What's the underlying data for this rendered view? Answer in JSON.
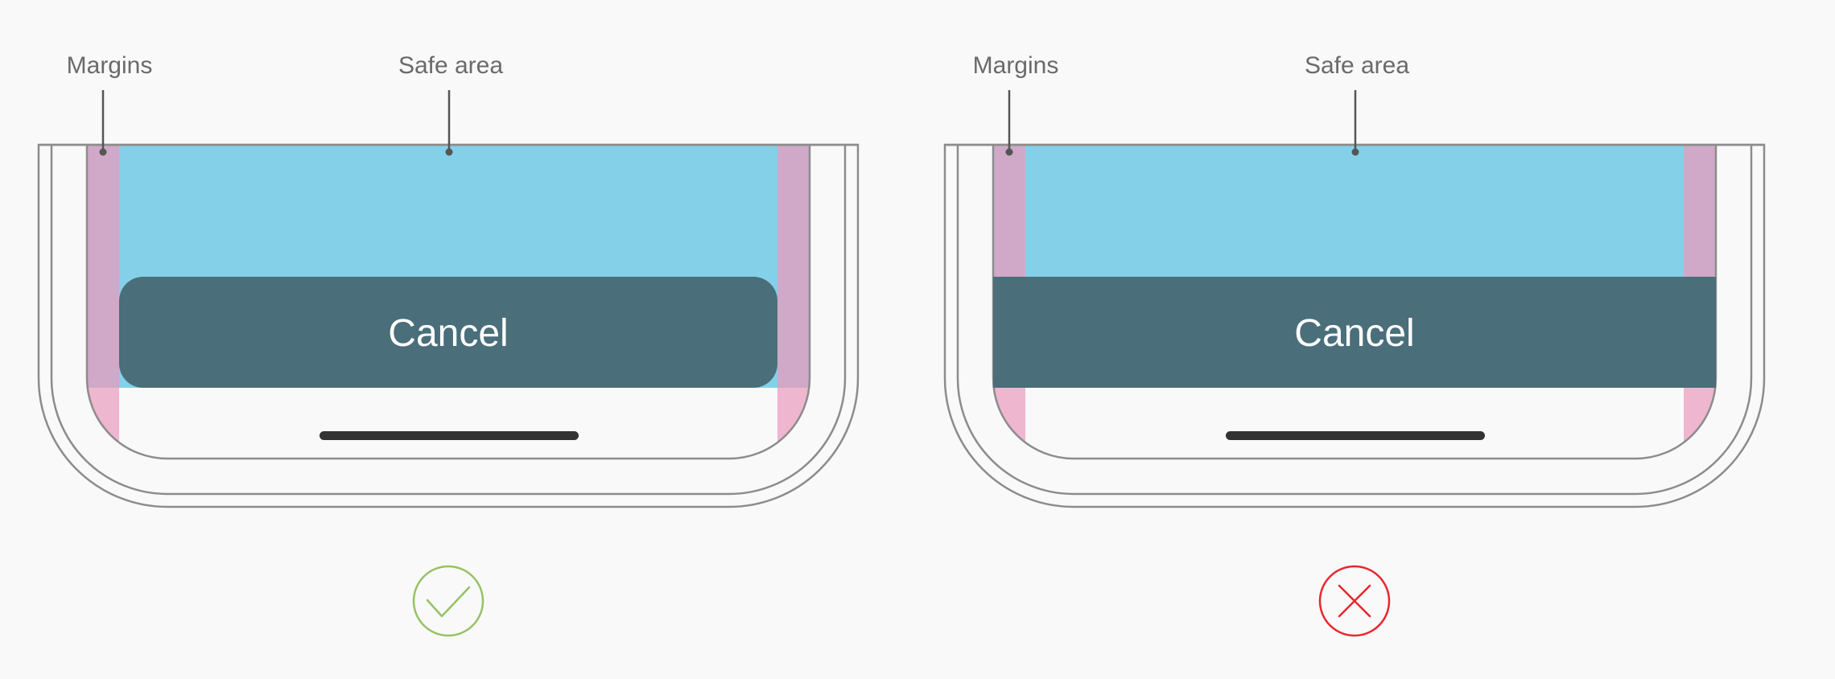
{
  "diagrams": [
    {
      "verdict": "correct",
      "margins_label": "Margins",
      "safe_area_label": "Safe area",
      "button_label": "Cancel",
      "verdict_icon": "checkmark-circle-icon"
    },
    {
      "verdict": "incorrect",
      "margins_label": "Margins",
      "safe_area_label": "Safe area",
      "button_label": "Cancel",
      "verdict_icon": "x-circle-icon"
    }
  ],
  "colors": {
    "background": "#f9f9f9",
    "safe_area": "#84d0e9",
    "margin_safe": "#cfa9c7",
    "margin_unsafe": "#efb6cf",
    "button": "#4a6e7a",
    "device_stroke": "#8c8c8c",
    "home_indicator": "#333333",
    "check": "#96c264",
    "cross": "#e8262d"
  }
}
